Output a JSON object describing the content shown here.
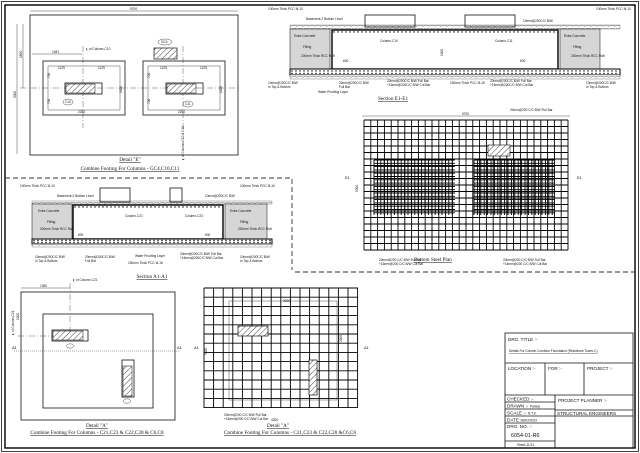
{
  "detail_e": {
    "dim_width": "5700",
    "dim_height": "5000",
    "dim_1481": "1481",
    "dim_1800": "1800",
    "dim_1125": "1125",
    "dim_2250": "2250",
    "dim_700": "700",
    "dim_1400": "1400",
    "col_c10_label": "℄ of Column-C10",
    "col_c10_c11_label": "℄ of Column-C10 & C11",
    "tag_gc4": "GC4",
    "tag_c10": "C10",
    "tag_c11": "C11",
    "caption": "Detail \"E\"",
    "subcaption": "Combine Footing For Columns - GC4,C10,C11"
  },
  "section_e1": {
    "pcc_top": "100mm Thick PCC M-10",
    "basement": "Basement-2 Bottom Level",
    "extra_concrete": "Extra Concrete",
    "filling": "Filling",
    "raft": "200mm Thick RCC Raft",
    "column_c10": "Column-C10",
    "column_c11": "Column-C11",
    "bar_10": "10mm@200C/C B/W",
    "bar_10b": "in Top & Bottom",
    "bar_20": "20mm@200C/C B/W",
    "full_bar": "Full Bar",
    "bar_20_full": "20mm@200C/C B/W Full Bar",
    "bar_16_cut": "+16mm@200C/C B/W Cut Bar",
    "pcc_bottom": "150mm Thick PCC M-15",
    "waterproof": "Water Proofing Layer",
    "dim_600": "600",
    "dim_1200": "1200",
    "caption": "Section E1-E1"
  },
  "bottom_steel": {
    "dim_width": "5700",
    "dim_height": "5000",
    "dim_2250": "2250",
    "top_bar": "20mm@200 C/C B/W Full Bar",
    "bar_full": "20mm@200 C/C B/W Full Bar",
    "bar_cut": "+16mm@200 C/C B/W Cut Bar",
    "section_mark": "E1",
    "tag_c10": "C10",
    "tag_c11": "C11",
    "caption": "Bottom Steel Plan"
  },
  "section_a1": {
    "column_c21": "Column-C21",
    "column_c23": "Column-C23",
    "caption": "Section A1-A1"
  },
  "detail_a_left": {
    "dim_1350": "1350",
    "dim_1200": "1200",
    "col_label": "℄ of Column-C21",
    "section_mark": "A1",
    "caption": "Detail \"A\"",
    "subcaption": "Combine Footing For Columns - C21,C23 & C22,C28 & C6,C8"
  },
  "detail_a_right": {
    "dim_3000": "3000",
    "dim_4200": "4200",
    "dim_3400": "3400",
    "dim_2500": "2500",
    "bar_full": "20mm@200 C/C B/W Full Bar",
    "bar_cut": "+16mm@200 C/C B/W Cut Bar",
    "section_mark": "A1",
    "caption": "Detail \"A\"",
    "subcaption": "Combine Footing For Columns - C21,C23 & C22,C28 &C6,C8"
  },
  "title_block": {
    "drg_title_label": "DRG. TITLE :-",
    "drg_title": "Details For Column Combine Foundation (Residence Tower-C)",
    "location": "LOCATION :-",
    "for": "FOR :-",
    "project": "PROJECT :-",
    "checked": "CHECKED :-",
    "drawn": "DRAWN :-",
    "drawn_by": "Pankaj",
    "scale": "SCALE :-",
    "scale_value": "N.T.S.",
    "date": "DATE :-",
    "date_value": "03/02/2023",
    "drg_no_label": "DRG. NO. :-",
    "drg_no": "6054-01-R6",
    "sheet": "Sheet-11/21",
    "project_planner": "PROJECT PLANNER :-",
    "structural": "STRUCTURAL ENGINEERS"
  }
}
